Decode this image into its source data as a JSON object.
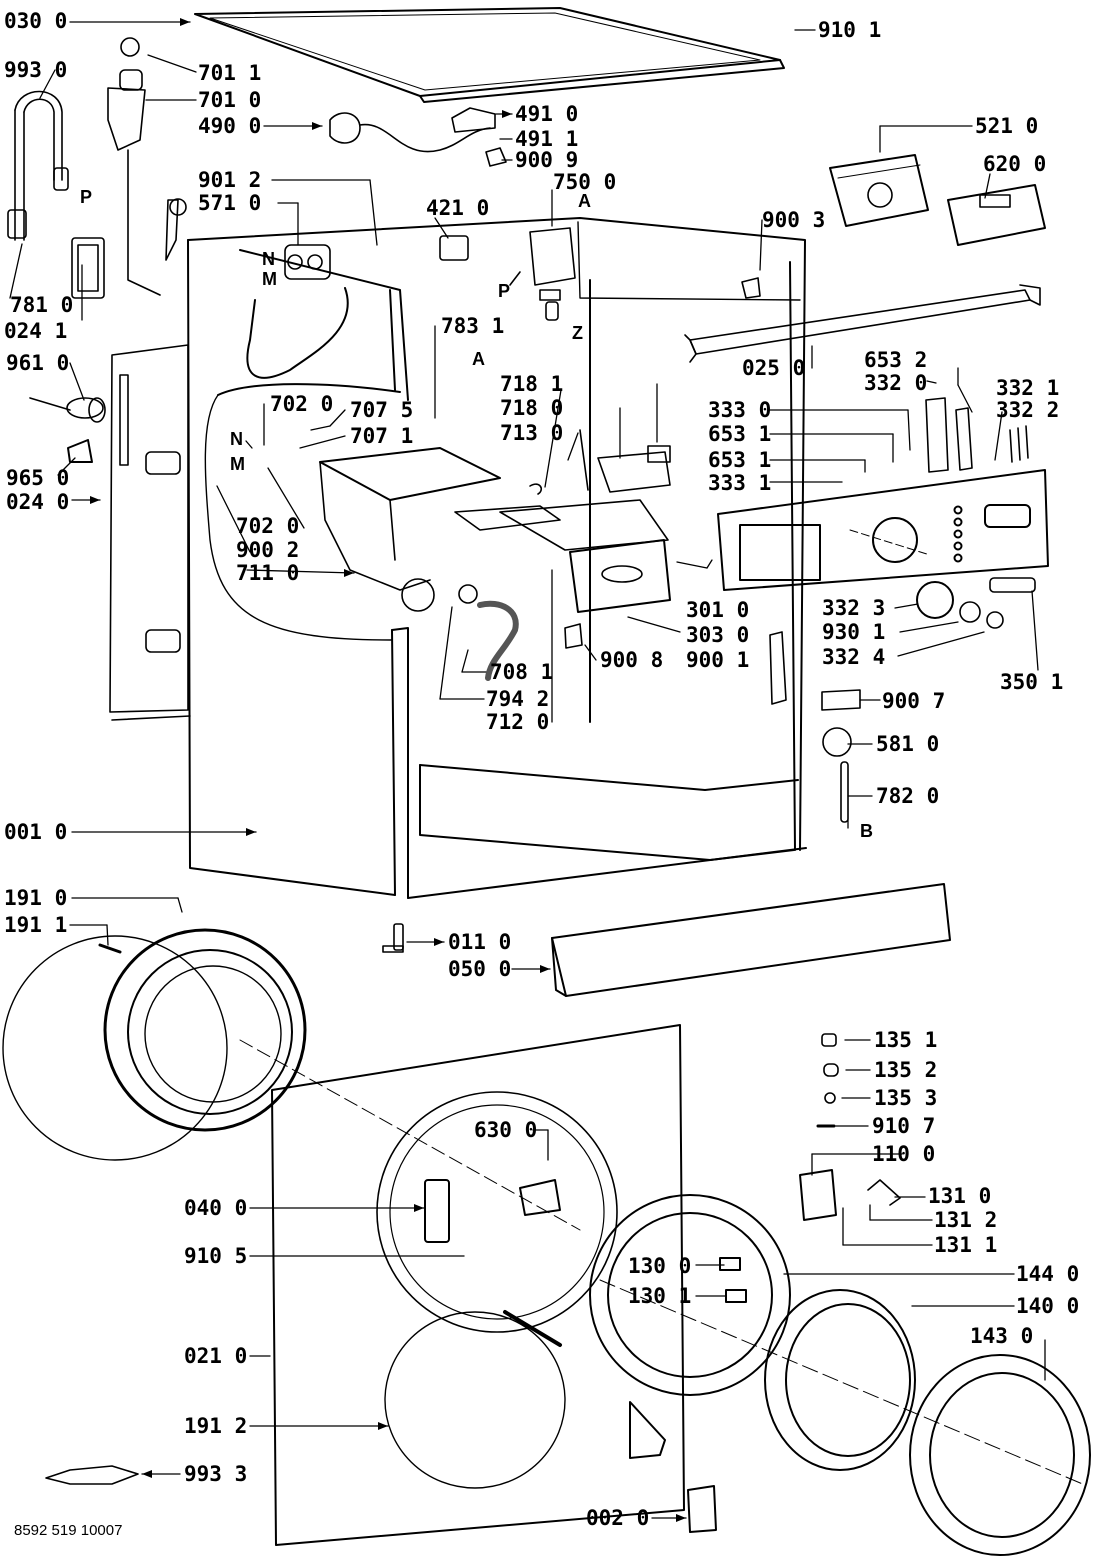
{
  "document_number": "8592 519 10007",
  "part_labels": {
    "p030_0": "030 0",
    "p993_0": "993 0",
    "p781_0": "781 0",
    "p024_1": "024 1",
    "p961_0": "961 0",
    "p965_0": "965 0",
    "p024_0": "024 0",
    "p001_0": "001 0",
    "p191_0": "191 0",
    "p191_1": "191 1",
    "p701_1": "701 1",
    "p701_0": "701 0",
    "p490_0": "490 0",
    "p491_0": "491 0",
    "p491_1": "491 1",
    "p900_9": "900 9",
    "p750_0": "750 0",
    "p901_2": "901 2",
    "p571_0": "571 0",
    "p421_0": "421 0",
    "p910_1": "910 1",
    "p521_0": "521 0",
    "p620_0": "620 0",
    "p900_3": "900 3",
    "p025_0": "025 0",
    "p783_1": "783 1",
    "p702_0a": "702 0",
    "p707_5": "707 5",
    "p707_1": "707 1",
    "p702_0b": "702 0",
    "p900_2": "900 2",
    "p711_0": "711 0",
    "p718_1": "718 1",
    "p718_0": "718 0",
    "p713_0": "713 0",
    "p708_1": "708 1",
    "p794_2": "794 2",
    "p712_0": "712 0",
    "p900_8": "900 8",
    "p301_0": "301 0",
    "p303_0": "303 0",
    "p900_1": "900 1",
    "p333_0": "333 0",
    "p653_1a": "653 1",
    "p653_1b": "653 1",
    "p333_1": "333 1",
    "p653_2": "653 2",
    "p332_0": "332 0",
    "p332_1": "332 1",
    "p332_2": "332 2",
    "p332_3": "332 3",
    "p930_1": "930 1",
    "p332_4": "332 4",
    "p350_1": "350 1",
    "p900_7": "900 7",
    "p581_0": "581 0",
    "p782_0": "782 0",
    "p011_0": "011 0",
    "p050_0": "050 0",
    "p040_0": "040 0",
    "p910_5": "910 5",
    "p021_0": "021 0",
    "p191_2": "191 2",
    "p993_3": "993 3",
    "p630_0": "630 0",
    "p130_0": "130 0",
    "p130_1": "130 1",
    "p135_1": "135 1",
    "p135_2": "135 2",
    "p135_3": "135 3",
    "p910_7": "910 7",
    "p110_0": "110 0",
    "p131_0": "131 0",
    "p131_2": "131 2",
    "p131_1": "131 1",
    "p144_0": "144 0",
    "p140_0": "140 0",
    "p143_0": "143 0",
    "p002_0": "002 0"
  },
  "letter_labels": {
    "P_left": "P",
    "N_valve": "N",
    "M_valve": "M",
    "A_top": "A",
    "P_mid": "P",
    "Z": "Z",
    "A_mid": "A",
    "N_mid": "N",
    "M_mid": "M",
    "B": "B"
  }
}
